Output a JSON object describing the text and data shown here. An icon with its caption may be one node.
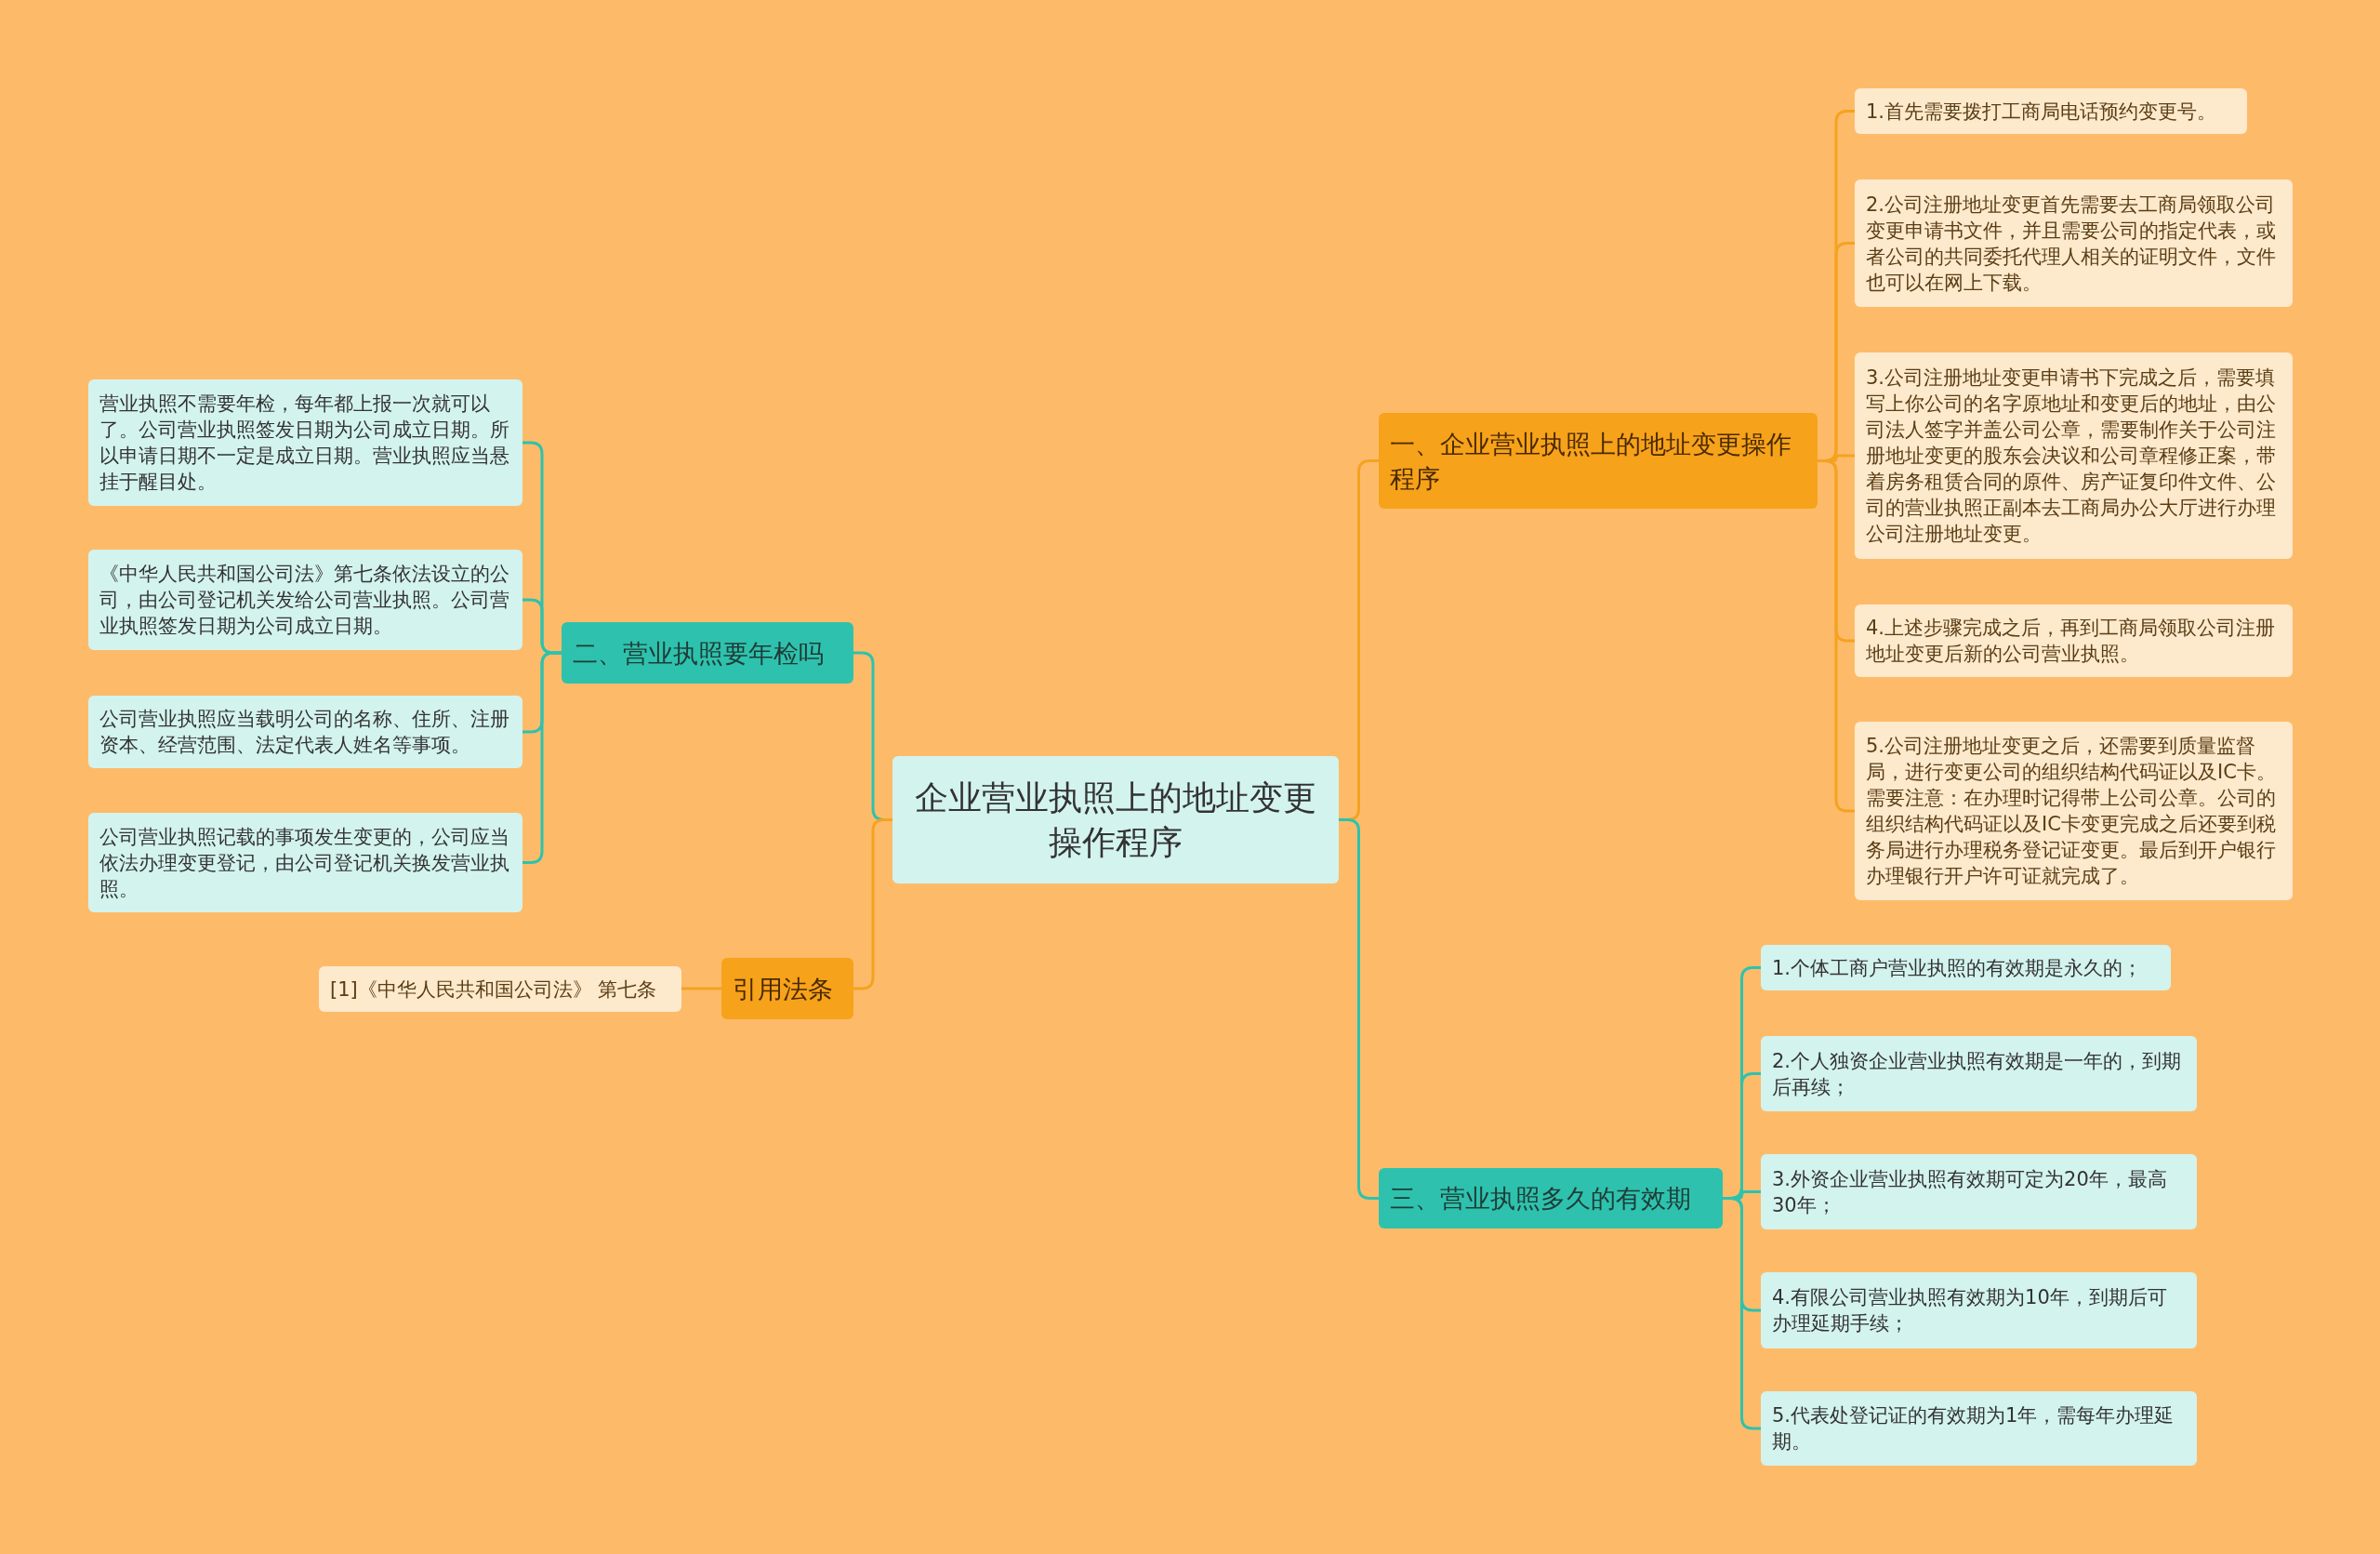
{
  "diagram": {
    "nodes": [
      {
        "text": [
          "企业营业执照上的地址变更操作程序"
        ]
      },
      {
        "text": [
          "一、企业营业执照上的地址变更操作程序"
        ]
      },
      {
        "text": [
          "1.首先需要拨打工商局电话预约变更号。"
        ]
      },
      {
        "text": [
          "2.公司注册地址变更首先需要去工商局领取公司变更申请书文件，并且需要公司的指定代表，或者公司的共同委托代理人相关的证明文件，文件也可以在网上下载。"
        ]
      },
      {
        "text": [
          "3.公司注册地址变更申请书下完成之后，需要填写上你公司的名字原地址和变更后的地址，由公司法人签字并盖公司公章，需要制作关于公司注册地址变更的股东会决议和公司章程修正案，带着房务租赁合同的原件、房产证复印件文件、公司的营业执照正副本去工商局办公大厅进行办理公司注册地址变更。"
        ]
      },
      {
        "text": [
          "4.上述步骤完成之后，再到工商局领取公司注册地址变更后新的公司营业执照。"
        ]
      },
      {
        "text": [
          "5.公司注册地址变更之后，还需要到质量监督局，进行变更公司的组织结构代码证以及IC卡。需要注意：在办理时记得带上公司公章。公司的组织结构代码证以及IC卡变更完成之后还要到税务局进行办理税务登记证变更。最后到开户银行办理银行开户许可证就完成了。"
        ]
      },
      {
        "text": [
          "二、营业执照要年检吗"
        ]
      },
      {
        "text": [
          "营业执照不需要年检，每年都上报一次就可以了。公司营业执照签发日期为公司成立日期。所以申请日期不一定是成立日期。营业执照应当悬挂于醒目处。"
        ]
      },
      {
        "text": [
          "《中华人民共和国公司法》第七条依法设立的公司，由公司登记机关发给公司营业执照。公司营业执照签发日期为公司成立日期。"
        ]
      },
      {
        "text": [
          "公司营业执照应当载明公司的名称、住所、注册资本、经营范围、法定代表人姓名等事项。"
        ]
      },
      {
        "text": [
          "公司营业执照记载的事项发生变更的，公司应当依法办理变更登记，由公司登记机关换发营业执照。"
        ]
      },
      {
        "text": [
          "引用法条"
        ]
      },
      {
        "text": [
          "[1]《中华人民共和国公司法》 第七条"
        ]
      },
      {
        "text": [
          "三、营业执照多久的有效期"
        ]
      },
      {
        "text": [
          "1.个体工商户营业执照的有效期是永久的；"
        ]
      },
      {
        "text": [
          "2.个人独资企业营业执照有效期是一年的，到期后再续；"
        ]
      },
      {
        "text": [
          "3.外资企业营业执照有效期可定为20年，最高30年；"
        ]
      },
      {
        "text": [
          "4.有限公司营业执照有效期为10年，到期后可办理延期手续；"
        ]
      },
      {
        "text": [
          "5.代表处登记证的有效期为1年，需每年办理延期。"
        ]
      }
    ],
    "edges": [
      {
        "from": 0,
        "to": 1,
        "arrow": "none",
        "color": "#f5a21f"
      },
      {
        "from": 1,
        "to": 2,
        "arrow": "none",
        "color": "#f5a21f"
      },
      {
        "from": 1,
        "to": 3,
        "arrow": "none",
        "color": "#f5a21f"
      },
      {
        "from": 1,
        "to": 4,
        "arrow": "none",
        "color": "#f5a21f"
      },
      {
        "from": 1,
        "to": 5,
        "arrow": "none",
        "color": "#f5a21f"
      },
      {
        "from": 1,
        "to": 6,
        "arrow": "none",
        "color": "#f5a21f"
      },
      {
        "from": 0,
        "to": 7,
        "arrow": "none"
      },
      {
        "from": 7,
        "to": 8,
        "arrow": "none"
      },
      {
        "from": 7,
        "to": 9,
        "arrow": "none"
      },
      {
        "from": 7,
        "to": 10,
        "arrow": "none"
      },
      {
        "from": 7,
        "to": 11,
        "arrow": "none"
      },
      {
        "from": 0,
        "to": 12,
        "arrow": "none",
        "color": "#f5a21f"
      },
      {
        "from": 12,
        "to": 13,
        "arrow": "none",
        "color": "#f5a21f"
      },
      {
        "from": 0,
        "to": 14,
        "arrow": "none"
      },
      {
        "from": 14,
        "to": 15,
        "arrow": "none"
      },
      {
        "from": 14,
        "to": 16,
        "arrow": "none"
      },
      {
        "from": 14,
        "to": 17,
        "arrow": "none"
      },
      {
        "from": 14,
        "to": 18,
        "arrow": "none"
      },
      {
        "from": 14,
        "to": 19,
        "arrow": "none"
      }
    ]
  }
}
